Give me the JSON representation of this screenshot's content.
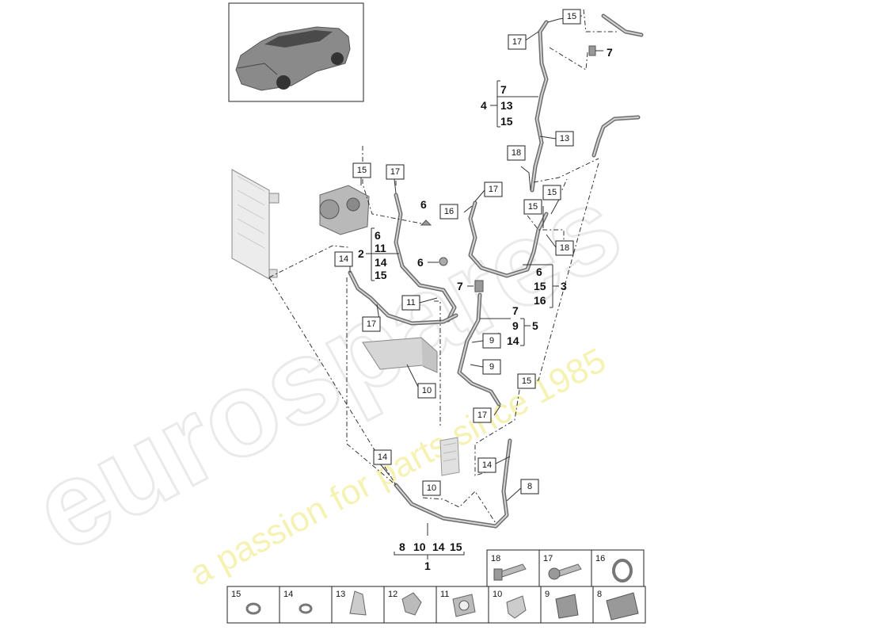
{
  "watermark": {
    "brand": "eurospares",
    "tagline": "a passion for parts since 1985"
  },
  "callouts": {
    "c15a": "15",
    "c17a": "17",
    "c13": "13",
    "c18a": "18",
    "c15b": "15",
    "c17b": "17",
    "c16": "16",
    "c17c": "17",
    "c15c": "15",
    "c15d": "15",
    "c18b": "18",
    "c14a": "14",
    "c11": "11",
    "c17d": "17",
    "c9a": "9",
    "c9b": "9",
    "c10a": "10",
    "c15e": "15",
    "c17e": "17",
    "c14b": "14",
    "c14c": "14",
    "c10b": "10",
    "c8": "8"
  },
  "loose": {
    "n7_top": "7",
    "n6_a": "6",
    "n6_b": "6",
    "n7_mid": "7"
  },
  "groups": {
    "g4": {
      "num": "4",
      "items": [
        "7",
        "13",
        "15"
      ]
    },
    "g2": {
      "num": "2",
      "items": [
        "6",
        "11",
        "14",
        "15"
      ]
    },
    "g3": {
      "num": "3",
      "items": [
        "6",
        "15",
        "16"
      ]
    },
    "g5": {
      "num": "5",
      "items": [
        "7",
        "9",
        "14"
      ]
    },
    "g1": {
      "num": "1",
      "items": [
        "8",
        "10",
        "14",
        "15"
      ]
    }
  },
  "parts_table": {
    "top_row": [
      "18",
      "17",
      "16"
    ],
    "bottom_row": [
      "15",
      "14",
      "13",
      "12",
      "11",
      "10",
      "9",
      "8"
    ]
  },
  "colors": {
    "hose": "#6d6d6d",
    "watermark_text": "#d9d9d9",
    "watermark_tagline": "#e9e35a"
  }
}
